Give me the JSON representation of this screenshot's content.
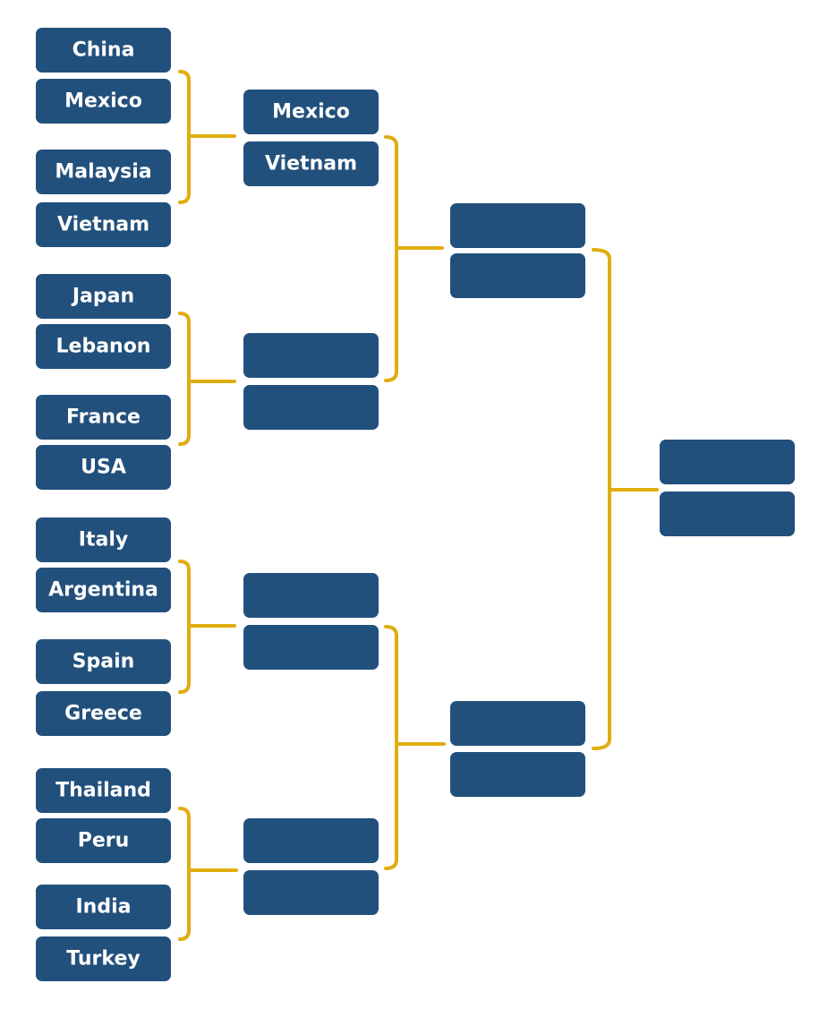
{
  "colors": {
    "slot": "#22507c",
    "label": "#ffffff",
    "connector": "#e0ad10",
    "background": "#ffffff"
  },
  "bracket": {
    "round1": [
      "China",
      "Mexico",
      "Malaysia",
      "Vietnam",
      "Japan",
      "Lebanon",
      "France",
      "USA",
      "Italy",
      "Argentina",
      "Spain",
      "Greece",
      "Thailand",
      "Peru",
      "India",
      "Turkey"
    ],
    "round2": [
      "Mexico",
      "Vietnam",
      "",
      "",
      "",
      "",
      "",
      ""
    ],
    "round3": [
      "",
      "",
      "",
      ""
    ],
    "final": [
      "",
      ""
    ]
  }
}
